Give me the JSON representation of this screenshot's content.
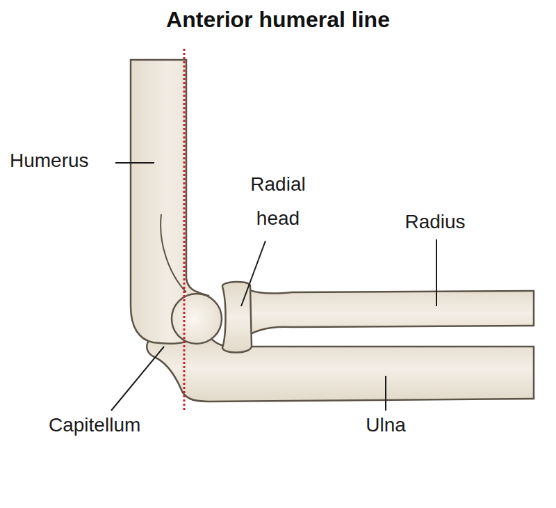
{
  "diagram": {
    "title": "Anterior humeral line",
    "labels": [
      "Humerus",
      "Radial head",
      "Radius",
      "Capitellum",
      "Ulna"
    ]
  }
}
